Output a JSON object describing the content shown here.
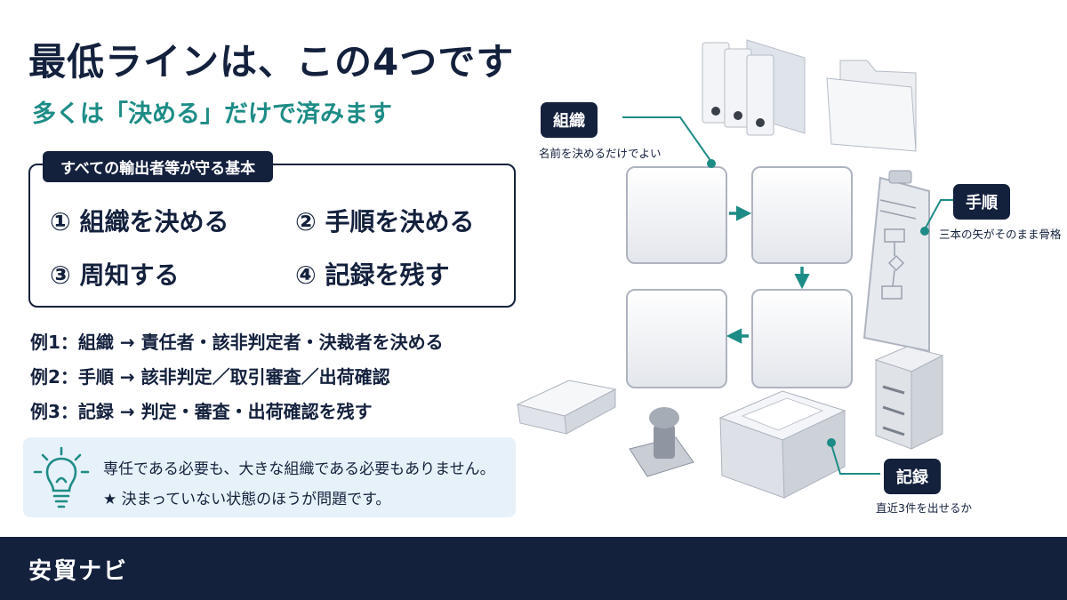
{
  "slide": {
    "title": "最低ラインは、この4つです",
    "subtitle": "多くは「決める」だけで済みます"
  },
  "basics": {
    "label": "すべての輸出者等が守る基本",
    "steps": [
      "① 組織を決める",
      "② 手順を決める",
      "③ 周知する",
      "④ 記録を残す"
    ]
  },
  "examples": [
    "例1：組織 → 責任者・該非判定者・決裁者を決める",
    "例2：手順 → 該非判定／取引審査／出荷確認",
    "例3：記録 → 判定・審査・出荷確認を残す"
  ],
  "note": {
    "icon": "lightbulb-icon",
    "lines": [
      "専任である必要も、大きな組織である必要もありません。",
      "★ 決まっていない状態のほうが問題です。"
    ]
  },
  "illustration": {
    "tags": [
      {
        "label": "組織",
        "desc": "名前を決めるだけでよい"
      },
      {
        "label": "手順",
        "desc": "三本の矢がそのまま骨格"
      },
      {
        "label": "記録",
        "desc": "直近3件を出せるか"
      }
    ],
    "icons": [
      "binders-icon",
      "folder-icon",
      "clipboard-icon",
      "inbox-tray-icon",
      "stamp-icon",
      "document-box-icon",
      "filing-cabinet-icon"
    ]
  },
  "footer": {
    "brand": "安貿ナビ"
  },
  "colors": {
    "navy": "#14213d",
    "teal": "#1e8c86",
    "note_bg": "#e7f1f9"
  }
}
